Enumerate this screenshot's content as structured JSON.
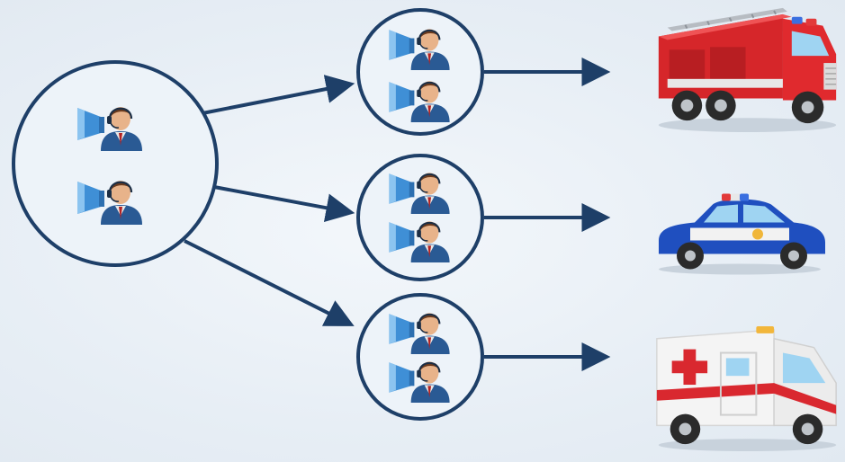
{
  "diagram": {
    "source_node": {
      "role": "dispatch-center",
      "operators": 2,
      "operator_icon": "operator-with-megaphone-icon"
    },
    "relay_nodes": [
      {
        "id": "fire-dispatch",
        "operators": 2,
        "vehicle": "fire-truck-icon"
      },
      {
        "id": "police-dispatch",
        "operators": 2,
        "vehicle": "police-car-icon"
      },
      {
        "id": "ambulance-dispatch",
        "operators": 2,
        "vehicle": "ambulance-icon"
      }
    ],
    "colors": {
      "line": "#1e3f68",
      "operator_shirt": "#2a5a94",
      "megaphone": "#3f8fd6",
      "fire_truck": "#d6262a",
      "police_car": "#1f4fbf",
      "ambulance_stripe": "#d9282f"
    }
  }
}
